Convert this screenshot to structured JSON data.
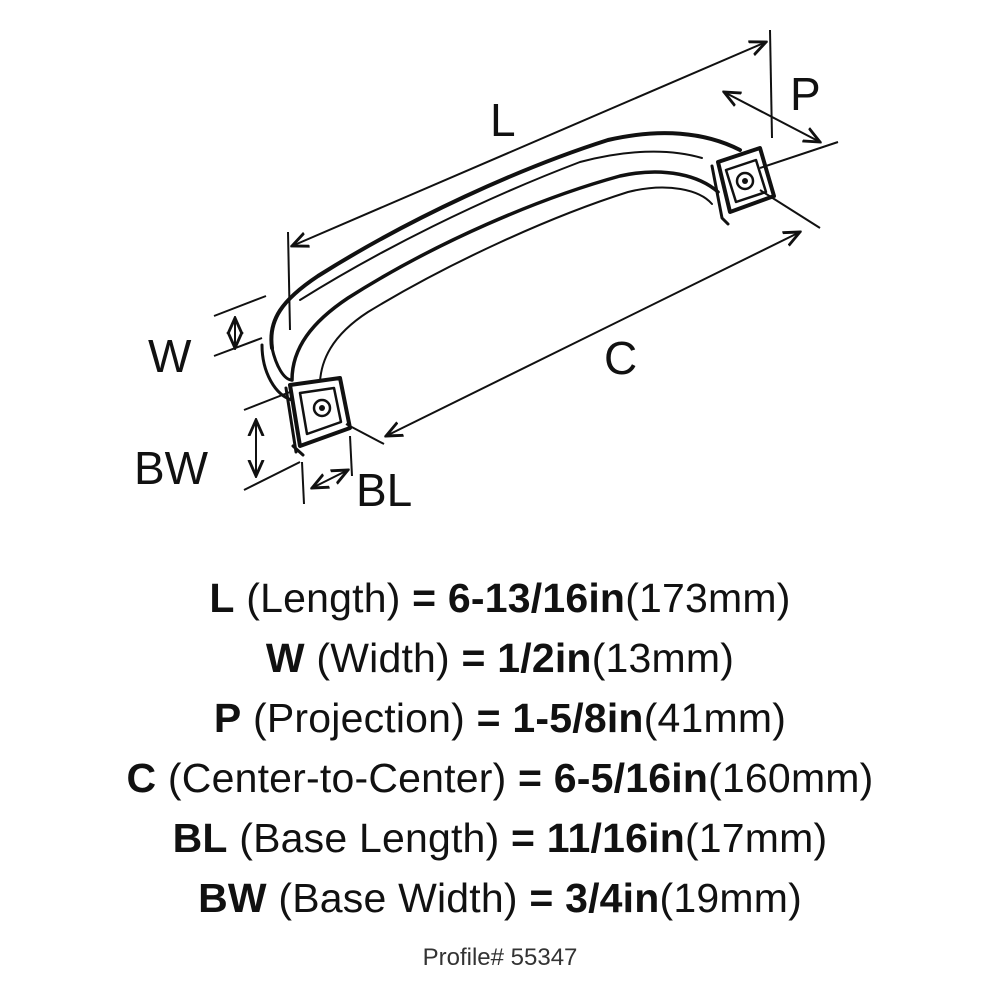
{
  "diagram": {
    "labels": {
      "L": "L",
      "P": "P",
      "W": "W",
      "C": "C",
      "BW": "BW",
      "BL": "BL"
    }
  },
  "specs": [
    {
      "symbol": "L",
      "name": "(Length)",
      "eq": "=",
      "imperial": "6-13/16in",
      "metric": "(173mm)"
    },
    {
      "symbol": "W",
      "name": "(Width)",
      "eq": "=",
      "imperial": "1/2in",
      "metric": "(13mm)"
    },
    {
      "symbol": "P",
      "name": "(Projection)",
      "eq": "=",
      "imperial": "1-5/8in",
      "metric": "(41mm)"
    },
    {
      "symbol": "C",
      "name": "(Center-to-Center)",
      "eq": "=",
      "imperial": "6-5/16in",
      "metric": "(160mm)"
    },
    {
      "symbol": "BL",
      "name": "(Base Length)",
      "eq": "=",
      "imperial": "11/16in",
      "metric": "(17mm)"
    },
    {
      "symbol": "BW",
      "name": "(Base Width)",
      "eq": "=",
      "imperial": "3/4in",
      "metric": "(19mm)"
    }
  ],
  "profile": "Profile# 55347"
}
